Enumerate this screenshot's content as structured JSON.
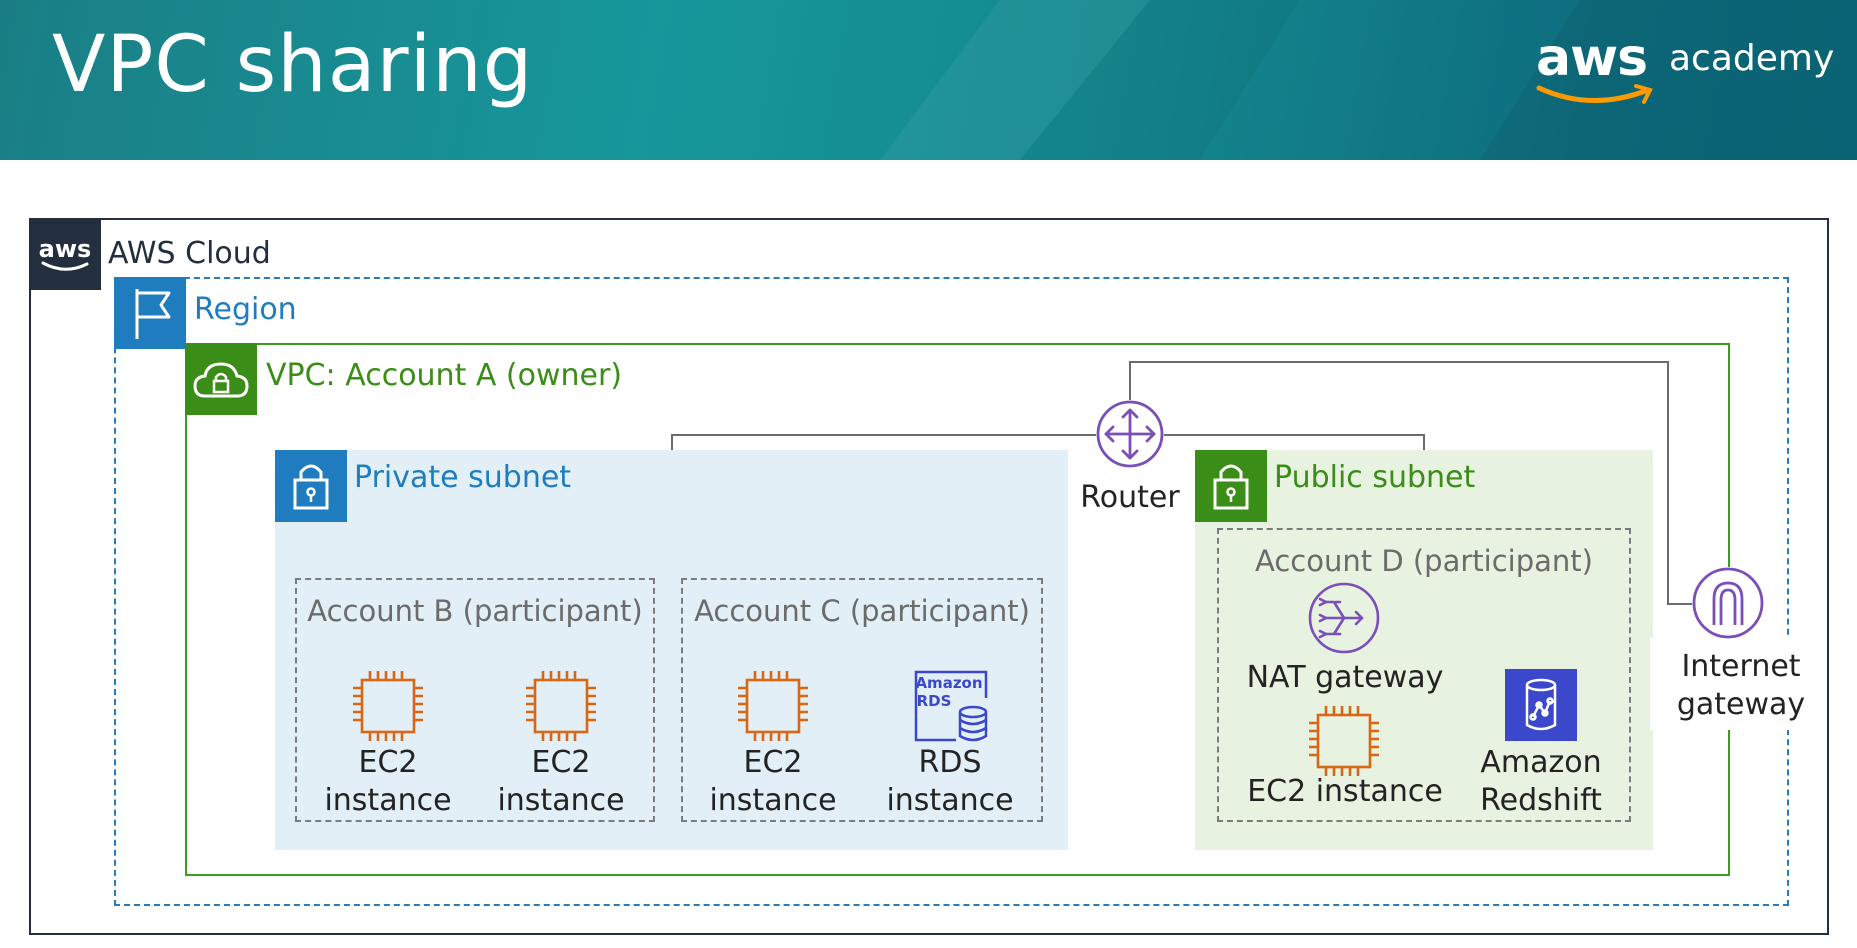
{
  "slide": {
    "title": "VPC sharing"
  },
  "logo": {
    "wordmark": "aws",
    "product": "academy"
  },
  "containers": {
    "cloud": "AWS Cloud",
    "region": "Region",
    "vpc": "VPC: Account A (owner)",
    "private_subnet": "Private subnet",
    "public_subnet": "Public subnet",
    "account_b": "Account B (participant)",
    "account_c": "Account C (participant)",
    "account_d": "Account D (participant)"
  },
  "nodes": {
    "router": "Router",
    "internet_gateway_line1": "Internet",
    "internet_gateway_line2": "gateway",
    "nat_gateway": "NAT gateway",
    "ec2_line1": "EC2",
    "ec2_line2": "instance",
    "rds_line1": "RDS",
    "rds_line2": "instance",
    "rds_icon_line1": "Amazon",
    "rds_icon_line2": "RDS",
    "ec2_public": "EC2 instance",
    "redshift_line1": "Amazon",
    "redshift_line2": "Redshift"
  },
  "colors": {
    "cloud": "#232f3e",
    "region": "#2b7bb9",
    "vpc": "#3f9a1d",
    "private": "#1f7dbf",
    "public": "#3a8d16",
    "ec2": "#d86613",
    "network": "#7b4fba",
    "rds": "#3b48cc"
  }
}
